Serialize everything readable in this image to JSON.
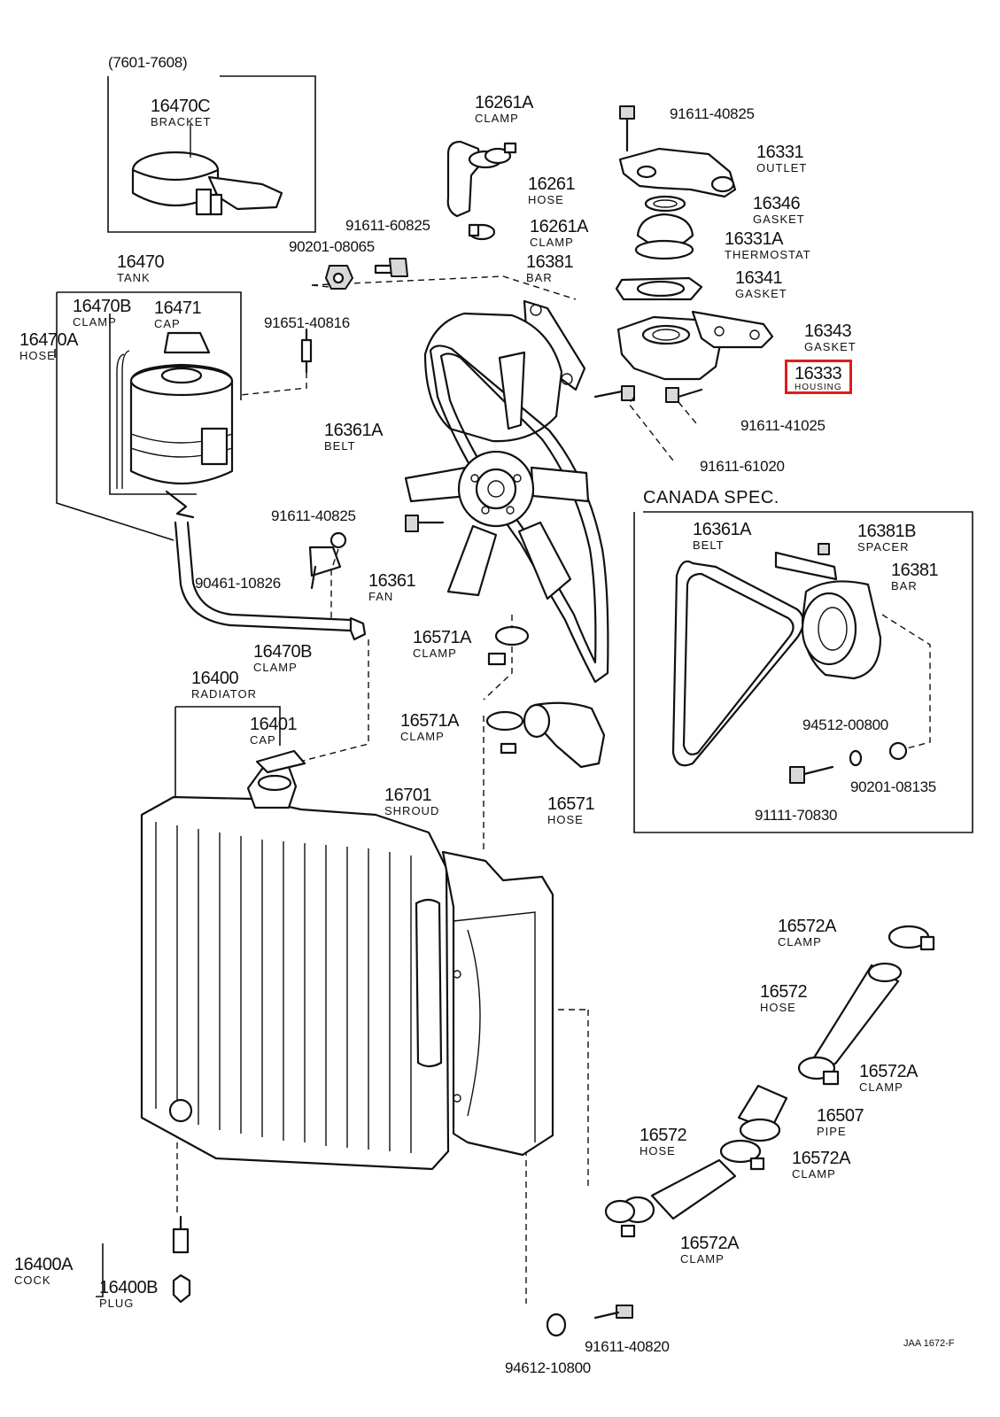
{
  "diagram": {
    "header_code": "(7601-7608)",
    "canada_spec": "CANADA SPEC.",
    "footer_code": "JAA 1672-F",
    "highlight_color": "#e21b1b"
  },
  "parts": {
    "p16470C": {
      "num": "16470C",
      "name": "BRACKET"
    },
    "p16261A_top": {
      "num": "16261A",
      "name": "CLAMP"
    },
    "p91611_40825_top": {
      "num": "91611-40825"
    },
    "p16331": {
      "num": "16331",
      "name": "OUTLET"
    },
    "p16261": {
      "num": "16261",
      "name": "HOSE"
    },
    "p16346": {
      "num": "16346",
      "name": "GASKET"
    },
    "p91611_60825": {
      "num": "91611-60825"
    },
    "p16261A_low": {
      "num": "16261A",
      "name": "CLAMP"
    },
    "p16331A": {
      "num": "16331A",
      "name": "THERMOSTAT"
    },
    "p90201_08065": {
      "num": "90201-08065"
    },
    "p16381": {
      "num": "16381",
      "name": "BAR"
    },
    "p16341": {
      "num": "16341",
      "name": "GASKET"
    },
    "p16470": {
      "num": "16470",
      "name": "TANK"
    },
    "p16470B_top": {
      "num": "16470B",
      "name": "CLAMP"
    },
    "p16471": {
      "num": "16471",
      "name": "CAP"
    },
    "p16470A": {
      "num": "16470A",
      "name": "HOSE"
    },
    "p91651_40816": {
      "num": "91651-40816"
    },
    "p16343": {
      "num": "16343",
      "name": "GASKET"
    },
    "p16333": {
      "num": "16333",
      "name": "HOUSING"
    },
    "p16361A": {
      "num": "16361A",
      "name": "BELT"
    },
    "p91611_41025": {
      "num": "91611-41025"
    },
    "p91611_61020": {
      "num": "91611-61020"
    },
    "p91611_40825_mid": {
      "num": "91611-40825"
    },
    "p16361A_ca": {
      "num": "16361A",
      "name": "BELT"
    },
    "p16381B": {
      "num": "16381B",
      "name": "SPACER"
    },
    "p16381_ca": {
      "num": "16381",
      "name": "BAR"
    },
    "p90461_10826": {
      "num": "90461-10826"
    },
    "p16361": {
      "num": "16361",
      "name": "FAN"
    },
    "p16571A_top": {
      "num": "16571A",
      "name": "CLAMP"
    },
    "p16470B_low": {
      "num": "16470B",
      "name": "CLAMP"
    },
    "p16400": {
      "num": "16400",
      "name": "RADIATOR"
    },
    "p94512_00800": {
      "num": "94512-00800"
    },
    "p16571A_low": {
      "num": "16571A",
      "name": "CLAMP"
    },
    "p16401": {
      "num": "16401",
      "name": "CAP"
    },
    "p90201_08135": {
      "num": "90201-08135"
    },
    "p16701": {
      "num": "16701",
      "name": "SHROUD"
    },
    "p16571": {
      "num": "16571",
      "name": "HOSE"
    },
    "p91111_70830": {
      "num": "91111-70830"
    },
    "p16572A_a": {
      "num": "16572A",
      "name": "CLAMP"
    },
    "p16572_top": {
      "num": "16572",
      "name": "HOSE"
    },
    "p16572A_b": {
      "num": "16572A",
      "name": "CLAMP"
    },
    "p16507": {
      "num": "16507",
      "name": "PIPE"
    },
    "p16572_low": {
      "num": "16572",
      "name": "HOSE"
    },
    "p16572A_c": {
      "num": "16572A",
      "name": "CLAMP"
    },
    "p16572A_d": {
      "num": "16572A",
      "name": "CLAMP"
    },
    "p16400A": {
      "num": "16400A",
      "name": "COCK"
    },
    "p16400B": {
      "num": "16400B",
      "name": "PLUG"
    },
    "p91611_40820": {
      "num": "91611-40820"
    },
    "p94612_10800": {
      "num": "94612-10800"
    }
  }
}
